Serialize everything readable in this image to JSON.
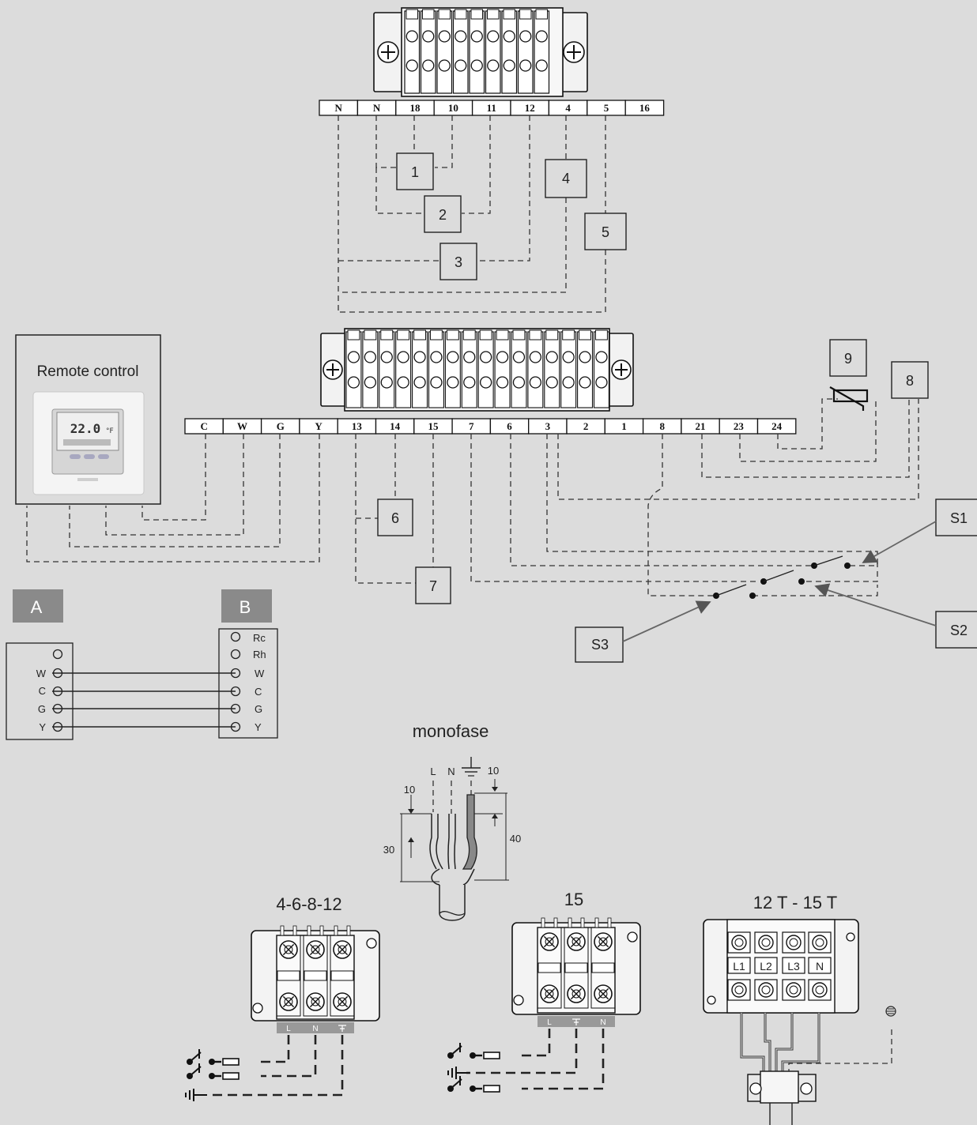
{
  "top_terminals": [
    "N",
    "N",
    "18",
    "10",
    "11",
    "12",
    "4",
    "5",
    "16"
  ],
  "bottom_terminals": [
    "C",
    "W",
    "G",
    "Y",
    "13",
    "14",
    "15",
    "7",
    "6",
    "3",
    "2",
    "1",
    "8",
    "21",
    "23",
    "24"
  ],
  "numbered_boxes": [
    "1",
    "2",
    "3",
    "4",
    "5",
    "6",
    "7",
    "8",
    "9"
  ],
  "switch_labels": [
    "S1",
    "S2",
    "S3"
  ],
  "remote_control": {
    "title": "Remote control",
    "display_temp": "22.0",
    "display_unit": "°F"
  },
  "thermostat": {
    "a_header": "A",
    "b_header": "B",
    "a_terminals": [
      "",
      "W",
      "C",
      "G",
      "Y"
    ],
    "b_terminals": [
      "Rc",
      "Rh",
      "W",
      "C",
      "G",
      "Y"
    ]
  },
  "cable": {
    "title": "monofase",
    "wire_labels": [
      "L",
      "N"
    ],
    "dims": [
      "10",
      "10",
      "30",
      "40"
    ]
  },
  "power_blocks": [
    {
      "title": "4-6-8-12",
      "labels": [
        "L",
        "N"
      ]
    },
    {
      "title": "15",
      "labels": [
        "L",
        "N"
      ]
    },
    {
      "title": "12 T - 15 T",
      "labels": [
        "L1",
        "L2",
        "L3",
        "N"
      ]
    }
  ]
}
